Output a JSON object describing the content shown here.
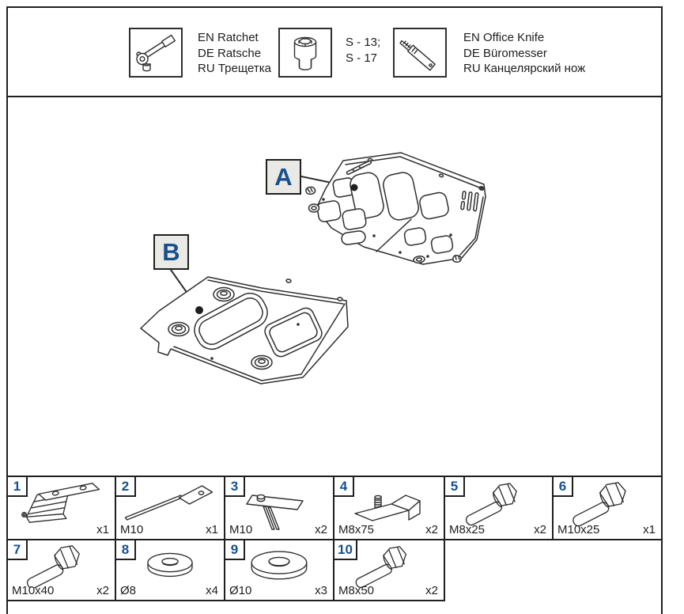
{
  "header": {
    "tools": [
      {
        "icon": "ratchet-icon",
        "lines": [
          "EN Ratchet",
          "DE Ratsche",
          "RU Трещетка"
        ]
      },
      {
        "icon": "socket-icon",
        "lines": [
          "S - 13;",
          "S - 17"
        ]
      },
      {
        "icon": "office-knife-icon",
        "lines": [
          "EN Office Knife",
          "DE Büromesser",
          "RU Канцелярский нож"
        ]
      }
    ]
  },
  "diagram": {
    "label_a": "A",
    "label_b": "B"
  },
  "parts_table": {
    "items": [
      {
        "num": "1",
        "spec": "",
        "qty": "x1",
        "icon": "bracket"
      },
      {
        "num": "2",
        "spec": "M10",
        "qty": "x1",
        "icon": "pin"
      },
      {
        "num": "3",
        "spec": "M10",
        "qty": "x2",
        "icon": "plate-with-legs"
      },
      {
        "num": "4",
        "spec": "M8x75",
        "qty": "x2",
        "icon": "z-bracket"
      },
      {
        "num": "5",
        "spec": "M8x25",
        "qty": "x2",
        "icon": "hex-bolt"
      },
      {
        "num": "6",
        "spec": "M10x25",
        "qty": "x1",
        "icon": "hex-bolt"
      },
      {
        "num": "7",
        "spec": "M10x40",
        "qty": "x2",
        "icon": "hex-bolt"
      },
      {
        "num": "8",
        "spec": "Ø8",
        "qty": "x4",
        "icon": "washer"
      },
      {
        "num": "9",
        "spec": "Ø10",
        "qty": "x3",
        "icon": "washer"
      },
      {
        "num": "10",
        "spec": "M8x50",
        "qty": "x2",
        "icon": "hex-bolt"
      }
    ]
  },
  "colors": {
    "accent_blue": "#17508c",
    "line": "#2f2f2f",
    "label_bg": "#e9e9e6",
    "border": "#1f1f1f"
  }
}
